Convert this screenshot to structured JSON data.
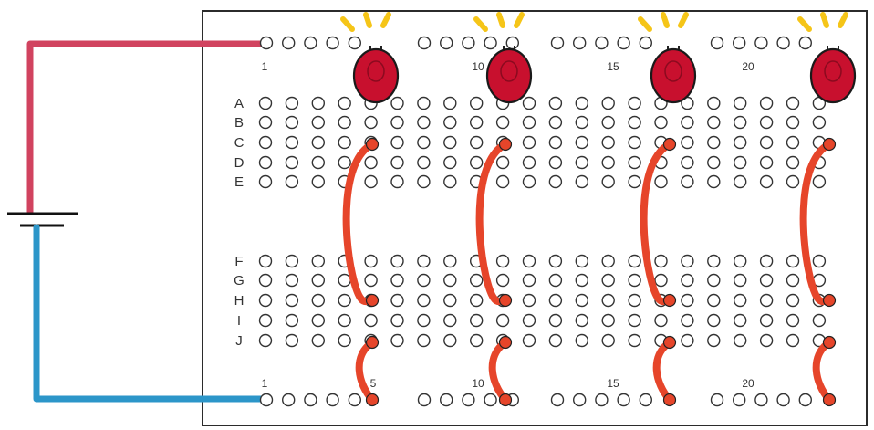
{
  "breadboard": {
    "row_labels_top": [
      "A",
      "B",
      "C",
      "D",
      "E"
    ],
    "row_labels_bottom": [
      "F",
      "G",
      "H",
      "I",
      "J"
    ],
    "top_rail_numbers": [
      "1",
      "10",
      "15",
      "20"
    ],
    "bottom_rail_numbers": [
      "1",
      "5",
      "10",
      "15",
      "20"
    ]
  },
  "colors": {
    "positive_wire": "#d1435f",
    "negative_wire": "#2c96c9",
    "led": "#c8102e",
    "jumper": "#e6452a",
    "light_rays": "#f5c518",
    "hole": "#333333",
    "board_outline": "#2b2b2b"
  }
}
